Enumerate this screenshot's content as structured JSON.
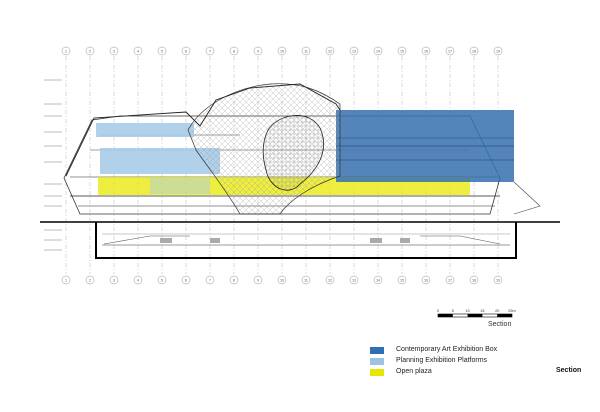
{
  "legend": {
    "items": [
      {
        "label": "Contemporary Art Exhibition Box",
        "color": "#2f6fb4"
      },
      {
        "label": "Planning Exhibition Platforms",
        "color": "#9cc3e4"
      },
      {
        "label": "Open plaza",
        "color": "#e6e600"
      }
    ]
  },
  "scale_bar": {
    "label": "Section",
    "ticks": [
      "0",
      "5",
      "10",
      "15",
      "20",
      "25m"
    ]
  },
  "sheet": {
    "title": "Section"
  },
  "grid": {
    "labels": [
      "1",
      "2",
      "3",
      "4",
      "5",
      "6",
      "7",
      "8",
      "9",
      "10",
      "11",
      "12",
      "13",
      "14",
      "15",
      "16",
      "17",
      "18",
      "19"
    ]
  }
}
